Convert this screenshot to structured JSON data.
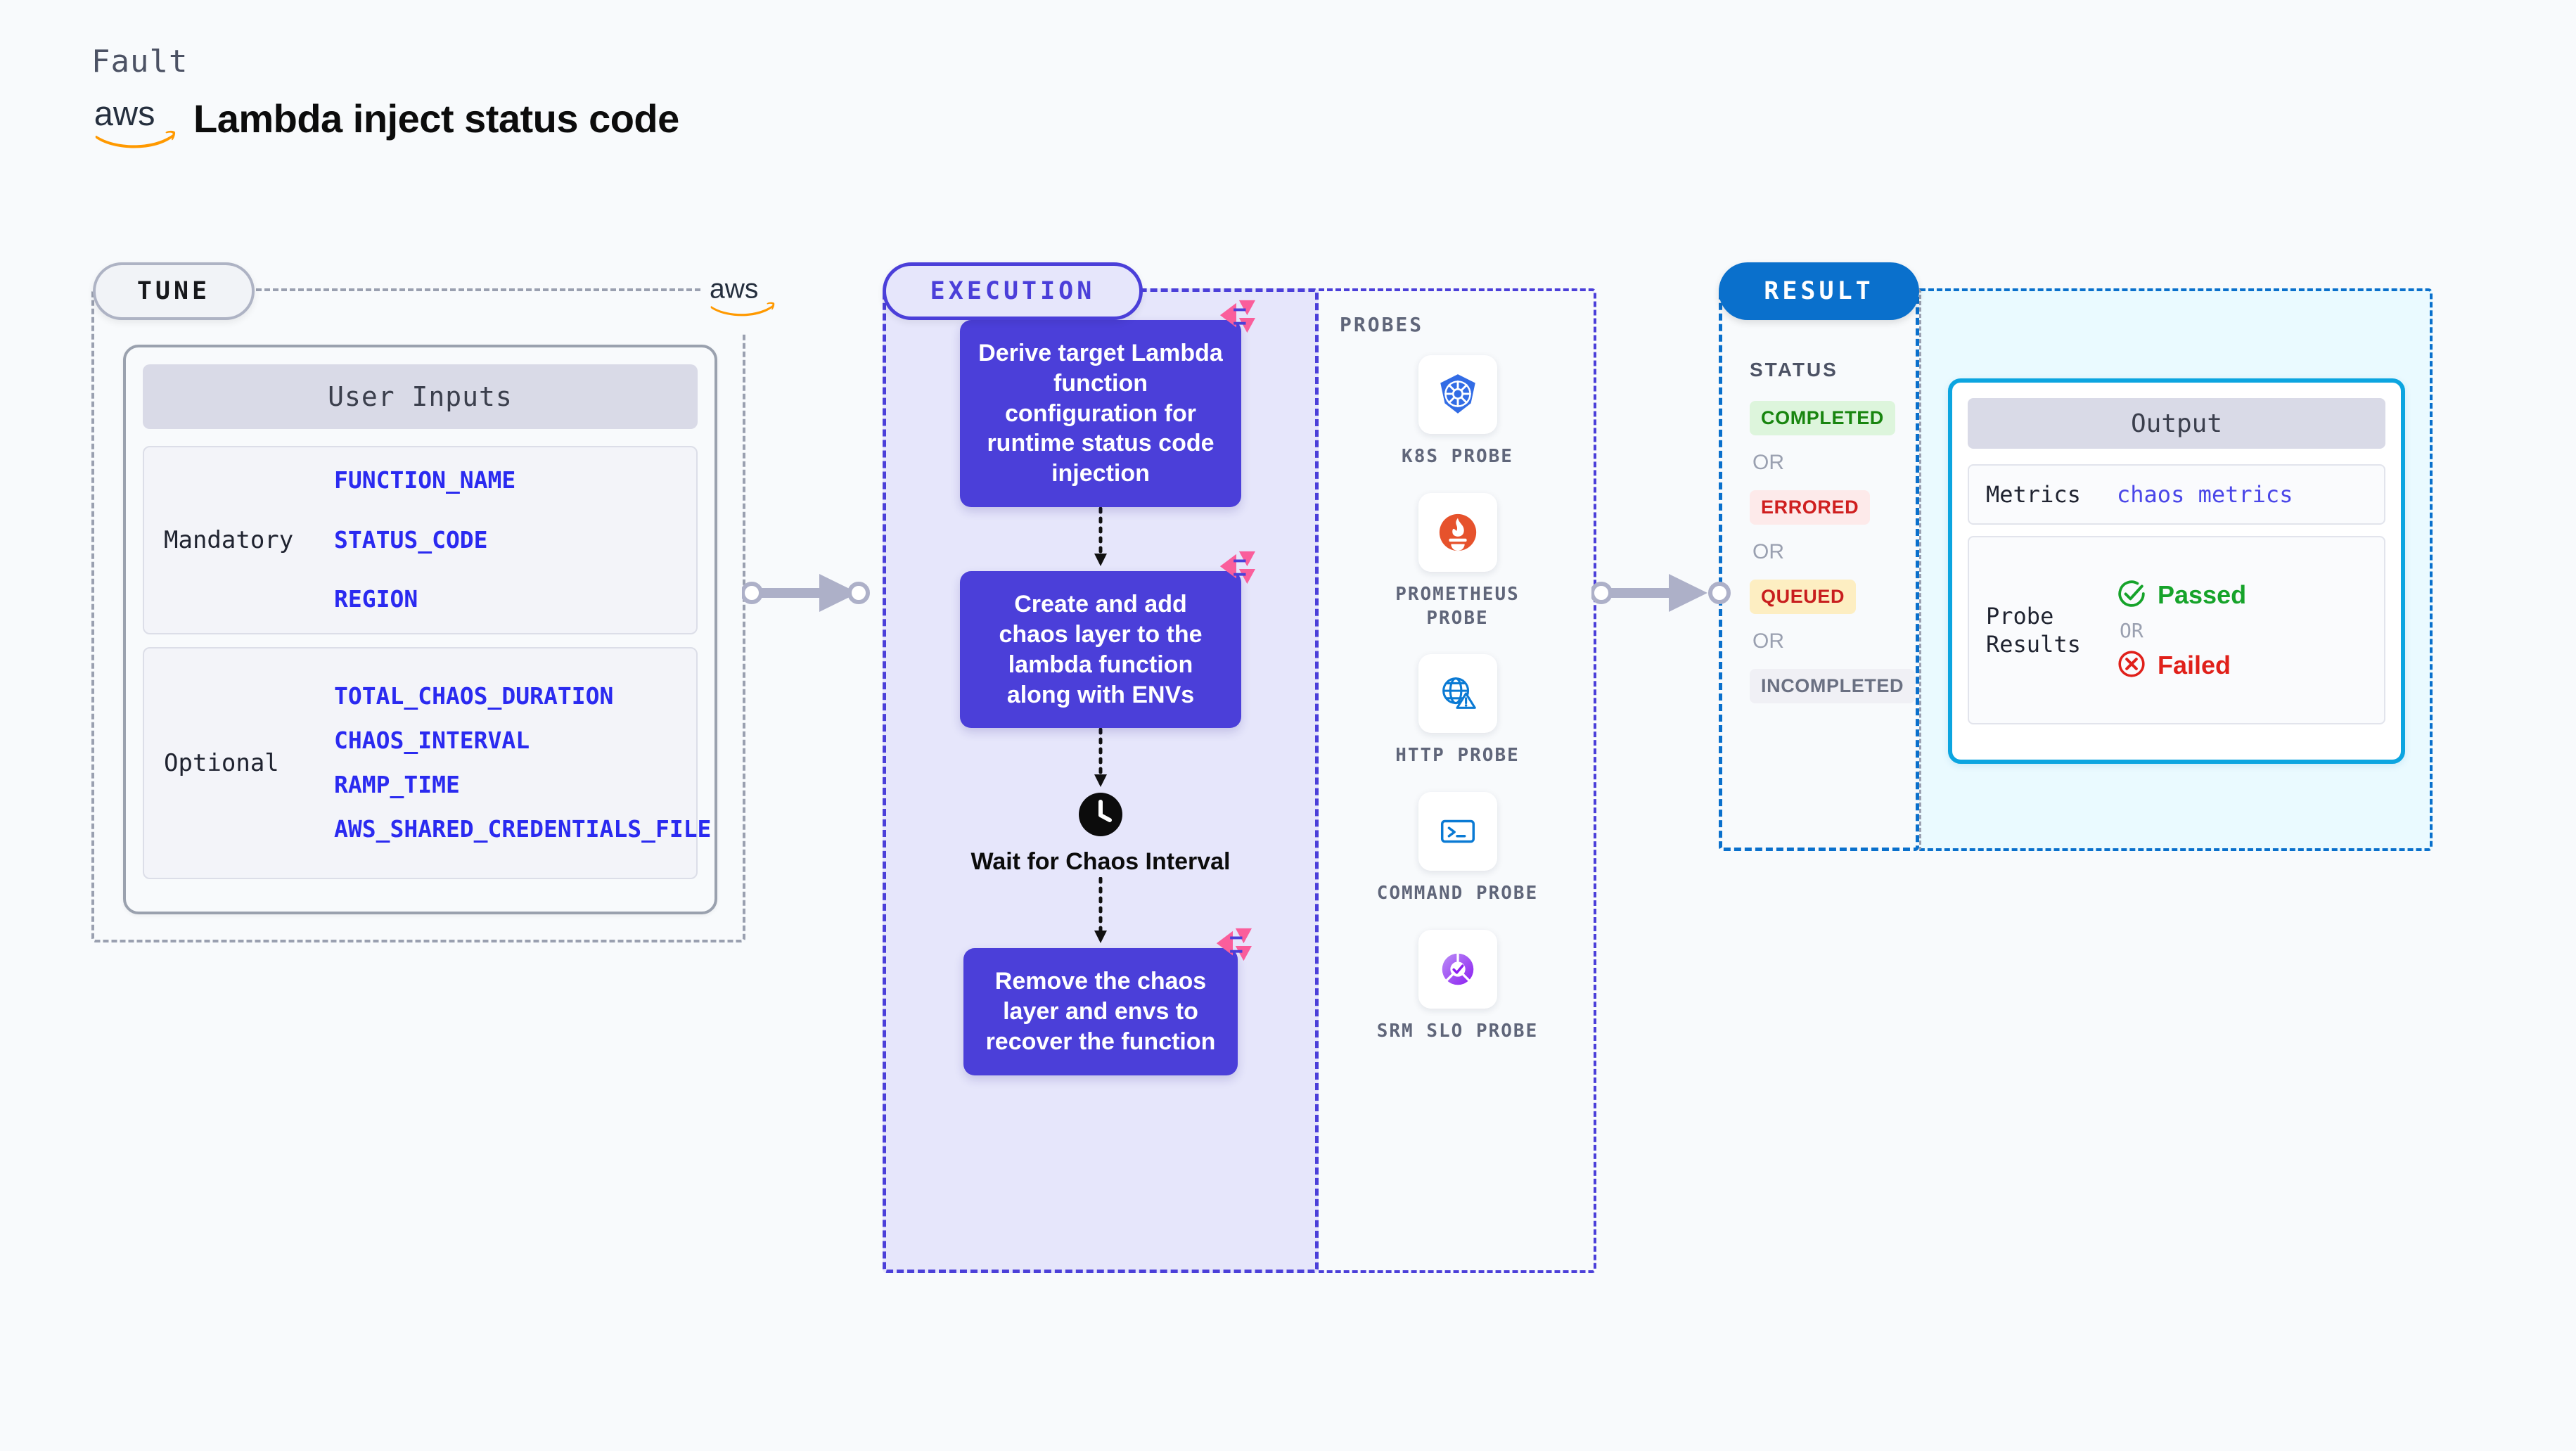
{
  "header": {
    "kind_label": "Fault",
    "logo_name": "aws-logo",
    "title": "Lambda inject status code"
  },
  "tune": {
    "badge": "TUNE",
    "logo_name": "aws-logo",
    "card_title": "User Inputs",
    "groups": [
      {
        "label": "Mandatory",
        "vars": [
          "FUNCTION_NAME",
          "STATUS_CODE",
          "REGION"
        ]
      },
      {
        "label": "Optional",
        "vars": [
          "TOTAL_CHAOS_DURATION",
          "CHAOS_INTERVAL",
          "RAMP_TIME",
          "AWS_SHARED_CREDENTIALS_FILE"
        ]
      }
    ]
  },
  "execution": {
    "badge": "EXECUTION",
    "steps": [
      {
        "type": "box",
        "text": "Derive target Lambda function configuration for runtime status code injection"
      },
      {
        "type": "box",
        "text": "Create and add chaos layer to the lambda function along with ENVs"
      },
      {
        "type": "wait",
        "text": "Wait for Chaos Interval"
      },
      {
        "type": "box",
        "text": "Remove the chaos layer and envs to recover the function"
      }
    ]
  },
  "probes": {
    "label": "PROBES",
    "items": [
      {
        "name": "K8S PROBE",
        "icon": "kubernetes-icon"
      },
      {
        "name": "PROMETHEUS PROBE",
        "icon": "prometheus-icon"
      },
      {
        "name": "HTTP PROBE",
        "icon": "globe-warning-icon"
      },
      {
        "name": "COMMAND PROBE",
        "icon": "terminal-icon"
      },
      {
        "name": "SRM SLO PROBE",
        "icon": "slo-donut-check-icon"
      }
    ]
  },
  "result": {
    "badge": "RESULT",
    "status_label": "STATUS",
    "or_text": "OR",
    "statuses": [
      {
        "label": "COMPLETED",
        "bg": "#ddf5dc",
        "color": "#18850f"
      },
      {
        "label": "ERRORED",
        "bg": "#fdeaea",
        "color": "#cf1f1f"
      },
      {
        "label": "QUEUED",
        "bg": "#fdeec2",
        "color": "#c81e1e"
      },
      {
        "label": "INCOMPLETED",
        "bg": "#f0f0f5",
        "color": "#6a7082"
      }
    ],
    "output": {
      "title": "Output",
      "metrics_key": "Metrics",
      "metrics_value": "chaos metrics",
      "probe_key": "Probe Results",
      "passed_label": "Passed",
      "failed_label": "Failed",
      "or_text": "OR"
    }
  },
  "colors": {
    "background": "#f8fafc",
    "execution_purple": "#4b3fd9",
    "execution_panel": "#e6e6fb",
    "result_blue": "#0a70cc",
    "output_border": "#0ca5e0",
    "chaos_pink": "#fa5e9b",
    "aws_orange": "#ff9900"
  }
}
